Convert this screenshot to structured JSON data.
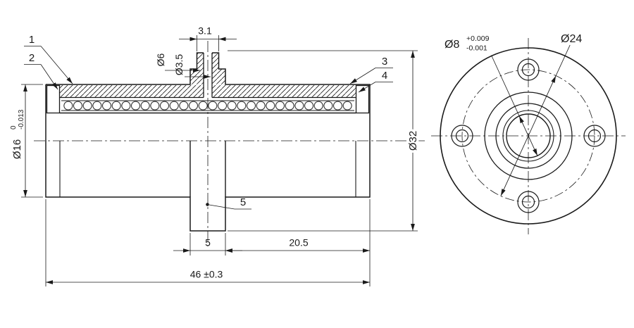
{
  "colors": {
    "ink": "#1a1a1a",
    "bg": "#ffffff"
  },
  "side_view": {
    "balloons": {
      "b1": "1",
      "b2": "2",
      "b3": "3",
      "b4": "4",
      "b5": "5"
    },
    "dims": {
      "groove_width": "3.1",
      "counterbore_dia": "Ø6",
      "oil_hole_dia": "Ø3.5",
      "sleeve_dia": "Ø16",
      "sleeve_tol_upper": "0",
      "sleeve_tol_lower": "-0.013",
      "flange_dia": "Ø32",
      "flange_width": "5",
      "right_len": "20.5",
      "overall_len": "46 ±0.3"
    }
  },
  "front_view": {
    "dims": {
      "bore_dia": "Ø8",
      "bore_tol_upper": "+0.009",
      "bore_tol_lower": "-0.001",
      "pilot_dia": "Ø24"
    }
  }
}
